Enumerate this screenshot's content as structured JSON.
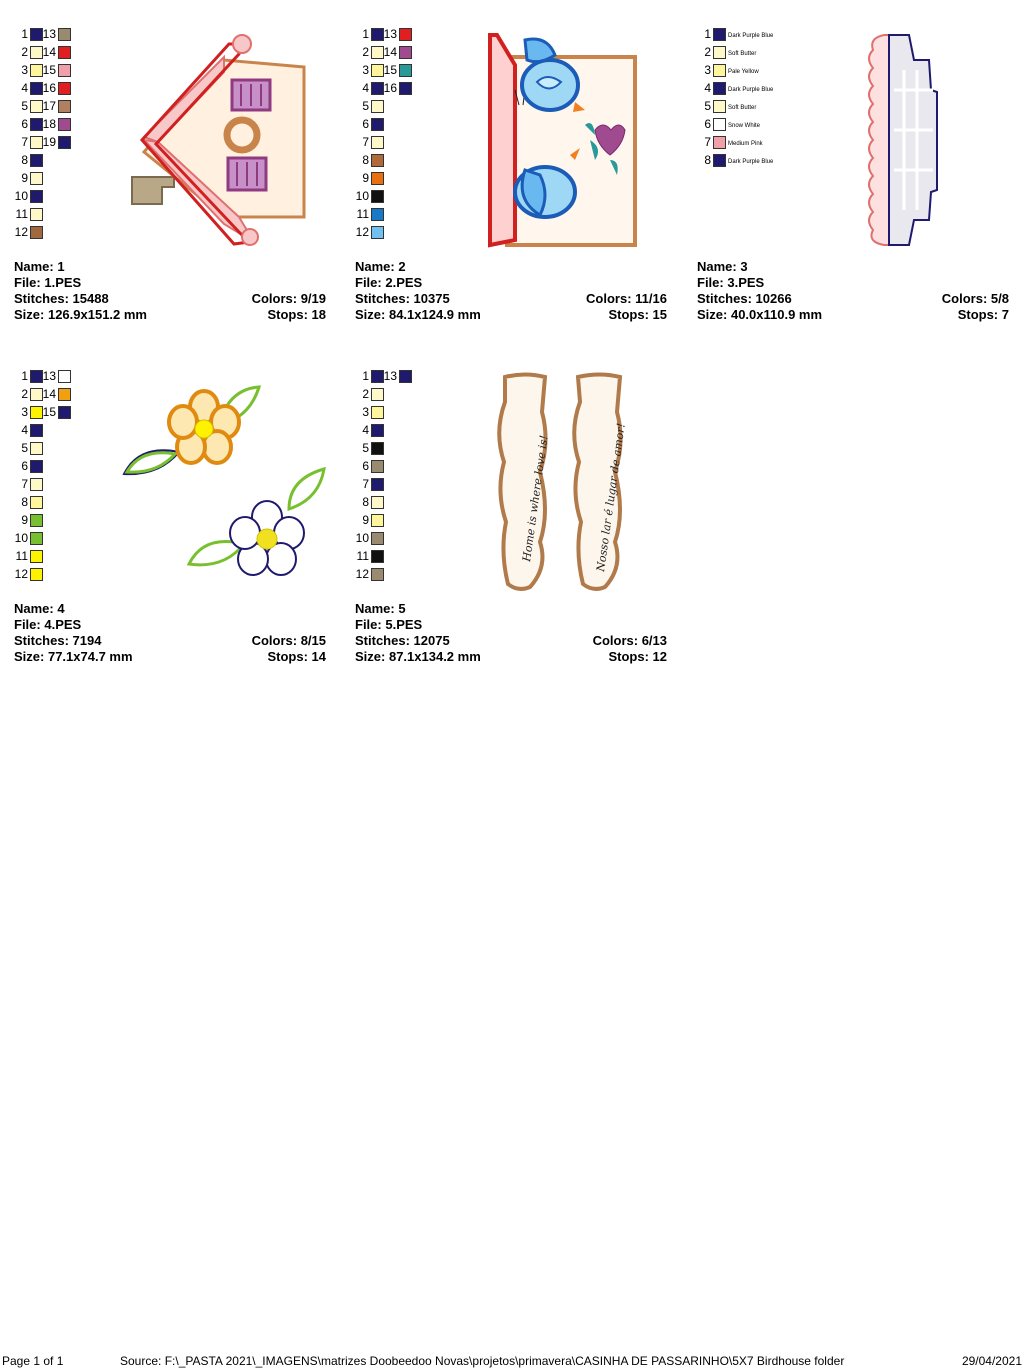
{
  "labels": {
    "name": "Name:",
    "file": "File:",
    "stitches": "Stitches:",
    "size": "Size:",
    "colors": "Colors:",
    "stops": "Stops:"
  },
  "designs": [
    {
      "name": "1",
      "file": "1.PES",
      "stitches": "15488",
      "size": "126.9x151.2 mm",
      "colors": "9/19",
      "stops": "18",
      "swatches": [
        {
          "n": "1",
          "color": "#1f1a6e"
        },
        {
          "n": "2",
          "color": "#fff8c8"
        },
        {
          "n": "3",
          "color": "#fff59a"
        },
        {
          "n": "4",
          "color": "#1f1a6e"
        },
        {
          "n": "5",
          "color": "#fff8c8"
        },
        {
          "n": "6",
          "color": "#1f1a6e"
        },
        {
          "n": "7",
          "color": "#fff8c8"
        },
        {
          "n": "8",
          "color": "#1f1a6e"
        },
        {
          "n": "9",
          "color": "#fff8c8"
        },
        {
          "n": "10",
          "color": "#1f1a6e"
        },
        {
          "n": "11",
          "color": "#fff8c8"
        },
        {
          "n": "12",
          "color": "#a0683c"
        },
        {
          "n": "13",
          "color": "#9a8a70"
        },
        {
          "n": "14",
          "color": "#e02020"
        },
        {
          "n": "15",
          "color": "#f0a0a8"
        },
        {
          "n": "16",
          "color": "#e02020"
        },
        {
          "n": "17",
          "color": "#b08060"
        },
        {
          "n": "18",
          "color": "#a04a90"
        },
        {
          "n": "19",
          "color": "#1f1a6e"
        }
      ]
    },
    {
      "name": "2",
      "file": "2.PES",
      "stitches": "10375",
      "size": "84.1x124.9 mm",
      "colors": "11/16",
      "stops": "15",
      "swatches": [
        {
          "n": "1",
          "color": "#1f1a6e"
        },
        {
          "n": "2",
          "color": "#fff8c8"
        },
        {
          "n": "3",
          "color": "#fff59a"
        },
        {
          "n": "4",
          "color": "#1f1a6e"
        },
        {
          "n": "5",
          "color": "#fff8c8"
        },
        {
          "n": "6",
          "color": "#1f1a6e"
        },
        {
          "n": "7",
          "color": "#fff8c8"
        },
        {
          "n": "8",
          "color": "#b06a3a"
        },
        {
          "n": "9",
          "color": "#e87010"
        },
        {
          "n": "10",
          "color": "#101010"
        },
        {
          "n": "11",
          "color": "#1a78c8"
        },
        {
          "n": "12",
          "color": "#70c0f0"
        },
        {
          "n": "13",
          "color": "#e02020"
        },
        {
          "n": "14",
          "color": "#a04a90"
        },
        {
          "n": "15",
          "color": "#2a9a98"
        },
        {
          "n": "16",
          "color": "#1f1a6e"
        }
      ]
    },
    {
      "name": "3",
      "file": "3.PES",
      "stitches": "10266",
      "size": "40.0x110.9 mm",
      "colors": "5/8",
      "stops": "7",
      "swatches": [
        {
          "n": "1",
          "color": "#1f1a6e",
          "label": "Dark Purple Blue"
        },
        {
          "n": "2",
          "color": "#fff8c8",
          "label": "Soft Butter"
        },
        {
          "n": "3",
          "color": "#fff59a",
          "label": "Pale Yellow"
        },
        {
          "n": "4",
          "color": "#1f1a6e",
          "label": "Dark Purple Blue"
        },
        {
          "n": "5",
          "color": "#fff8c8",
          "label": "Soft Butter"
        },
        {
          "n": "6",
          "color": "#ffffff",
          "label": "Snow White"
        },
        {
          "n": "7",
          "color": "#f0a0a8",
          "label": "Medium Pink"
        },
        {
          "n": "8",
          "color": "#1f1a6e",
          "label": "Dark Purple Blue"
        }
      ]
    },
    {
      "name": "4",
      "file": "4.PES",
      "stitches": "7194",
      "size": "77.1x74.7 mm",
      "colors": "8/15",
      "stops": "14",
      "swatches": [
        {
          "n": "1",
          "color": "#1f1a6e"
        },
        {
          "n": "2",
          "color": "#fff8c8"
        },
        {
          "n": "3",
          "color": "#fff200"
        },
        {
          "n": "4",
          "color": "#1f1a6e"
        },
        {
          "n": "5",
          "color": "#fff8c8"
        },
        {
          "n": "6",
          "color": "#1f1a6e"
        },
        {
          "n": "7",
          "color": "#fff8c8"
        },
        {
          "n": "8",
          "color": "#fff59a"
        },
        {
          "n": "9",
          "color": "#78c030"
        },
        {
          "n": "10",
          "color": "#78c030"
        },
        {
          "n": "11",
          "color": "#fff200"
        },
        {
          "n": "12",
          "color": "#fff200"
        },
        {
          "n": "13",
          "color": "#ffffff"
        },
        {
          "n": "14",
          "color": "#f0a010"
        },
        {
          "n": "15",
          "color": "#1f1a6e"
        }
      ]
    },
    {
      "name": "5",
      "file": "5.PES",
      "stitches": "12075",
      "size": "87.1x134.2 mm",
      "colors": "6/13",
      "stops": "12",
      "swatches": [
        {
          "n": "1",
          "color": "#1f1a6e"
        },
        {
          "n": "2",
          "color": "#fff8c8"
        },
        {
          "n": "3",
          "color": "#fff59a"
        },
        {
          "n": "4",
          "color": "#1f1a6e"
        },
        {
          "n": "5",
          "color": "#101010"
        },
        {
          "n": "6",
          "color": "#9a8a70"
        },
        {
          "n": "7",
          "color": "#1f1a6e"
        },
        {
          "n": "8",
          "color": "#fff8c8"
        },
        {
          "n": "9",
          "color": "#fff59a"
        },
        {
          "n": "10",
          "color": "#9a8a70"
        },
        {
          "n": "11",
          "color": "#101010"
        },
        {
          "n": "12",
          "color": "#9a8a70"
        },
        {
          "n": "13",
          "color": "#1f1a6e"
        }
      ]
    }
  ],
  "banners": {
    "left": "Home is where love is!",
    "right": "Nosso lar é lugar de amor!"
  },
  "footer": {
    "page": "Page 1 of 1",
    "source": "Source: F:\\_PASTA 2021\\_IMAGENS\\matrizes Doobeedoo Novas\\projetos\\primavera\\CASINHA DE PASSARINHO\\5X7 Birdhouse folder",
    "date": "29/04/2021"
  }
}
